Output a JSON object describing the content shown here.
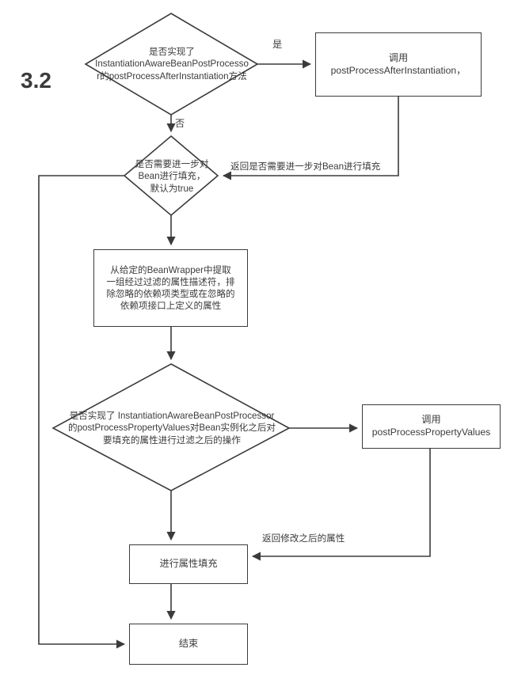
{
  "diagram": {
    "title_label": "3.2",
    "type": "flowchart",
    "background": "#ffffff",
    "stroke_color": "#3b3b3b",
    "text_color": "#3b3b3b",
    "nodes": [
      {
        "id": "d1",
        "shape": "diamond",
        "text": "是否实现了\nInstantiationAwareBeanPostProcesso\nr的postProcessAfterInstantiation方法"
      },
      {
        "id": "b1",
        "shape": "rectangle",
        "text": "调用\npostProcessAfterInstantiation，"
      },
      {
        "id": "d2",
        "shape": "diamond",
        "text": "是否需要进一步对\nBean进行填充，\n默认为true"
      },
      {
        "id": "b2",
        "shape": "rectangle",
        "text": "从给定的BeanWrapper中提取\n一组经过过滤的属性描述符，排\n除忽略的依赖项类型或在忽略的\n依赖项接口上定义的属性"
      },
      {
        "id": "d3",
        "shape": "diamond",
        "text": "是否实现了 InstantiationAwareBeanPostProcessor\n的postProcessPropertyValues对Bean实例化之后对\n要填充的属性进行过滤之后的操作"
      },
      {
        "id": "b3",
        "shape": "rectangle",
        "text": "调用\npostProcessPropertyValues"
      },
      {
        "id": "b4",
        "shape": "rectangle",
        "text": "进行属性填充"
      },
      {
        "id": "b5",
        "shape": "rectangle",
        "text": "结束"
      }
    ],
    "edge_labels": {
      "yes_top": "是",
      "no_down": "否",
      "return_fill": "返回是否需要进一步对Bean进行填充",
      "return_props": "返回修改之后的属性"
    }
  }
}
